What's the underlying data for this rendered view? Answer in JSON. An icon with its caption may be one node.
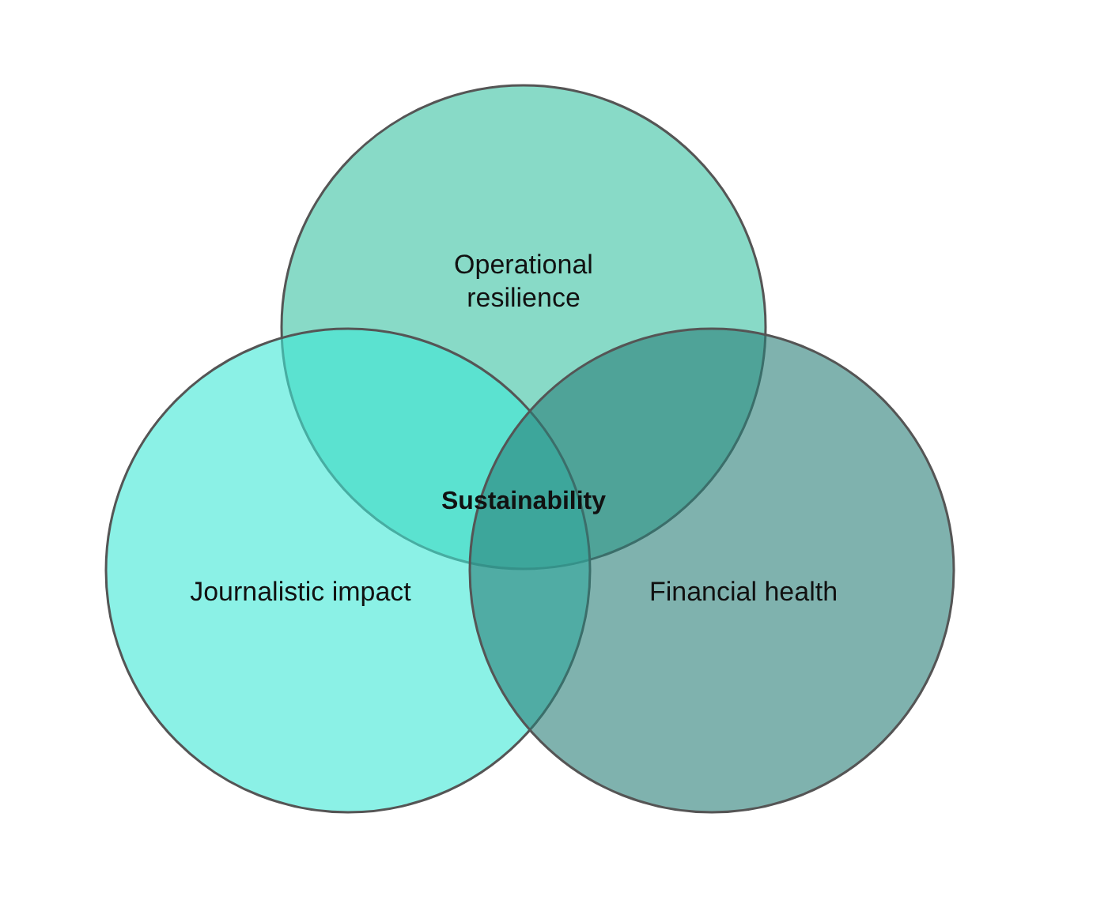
{
  "diagram": {
    "nodes": [
      {
        "text": [
          "Operational resilience"
        ]
      },
      {
        "text": [
          "Journalistic impact"
        ]
      },
      {
        "text": [
          "Financial health"
        ]
      }
    ],
    "labels": [
      "Sustainability"
    ]
  }
}
